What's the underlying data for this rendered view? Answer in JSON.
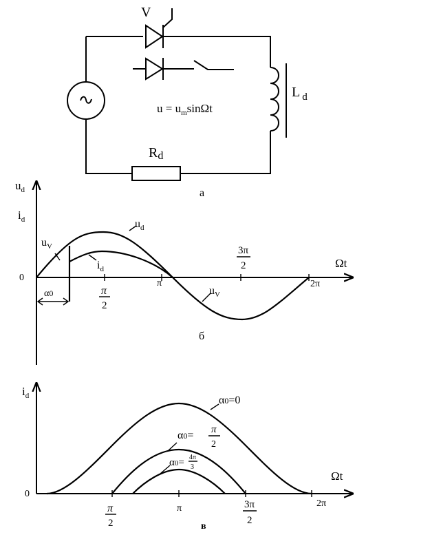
{
  "circuit": {
    "label_thyristor": "V",
    "label_inductor": "L",
    "label_inductor_sub": "d",
    "label_resistor": "R",
    "label_resistor_sub": "d",
    "source_symbol": "~",
    "eq_lhs": "u = u",
    "eq_sub": "m",
    "eq_rhs": "sinΩt",
    "caption": "а"
  },
  "graph_b": {
    "y_label_u": "u",
    "y_label_u_sub": "d",
    "y_label_i": "i",
    "y_label_i_sub": "d",
    "origin": "0",
    "x_label": "Ωt",
    "curve_ud": "u",
    "curve_ud_sub": "d",
    "curve_uv_left": "u",
    "curve_uv_left_sub": "V",
    "curve_id": "i",
    "curve_id_sub": "d",
    "curve_uv_right": "u",
    "curve_uv_right_sub": "V",
    "alpha_label": "α",
    "alpha_sub": "0",
    "tick_pi2_num": "π",
    "tick_pi2_den": "2",
    "tick_pi": "π",
    "tick_3pi2_num": "3π",
    "tick_3pi2_den": "2",
    "tick_2pi": "2π",
    "caption": "б"
  },
  "graph_v": {
    "y_label": "i",
    "y_label_sub": "d",
    "origin": "0",
    "x_label": "Ωt",
    "label_a0": "α",
    "label_a0_sub": "0",
    "label_a0_val": "=0",
    "label_a1": "α",
    "label_a1_sub": "0",
    "label_a1_eq": "=",
    "label_a1_num": "π",
    "label_a1_den": "2",
    "label_a2": "α",
    "label_a2_sub": "0",
    "label_a2_eq": "=",
    "label_a2_num": "4π",
    "label_a2_den": "3",
    "tick_pi2_num": "π",
    "tick_pi2_den": "2",
    "tick_pi": "π",
    "tick_3pi2_num": "3π",
    "tick_3pi2_den": "2",
    "tick_2pi": "2π",
    "caption": "в"
  }
}
